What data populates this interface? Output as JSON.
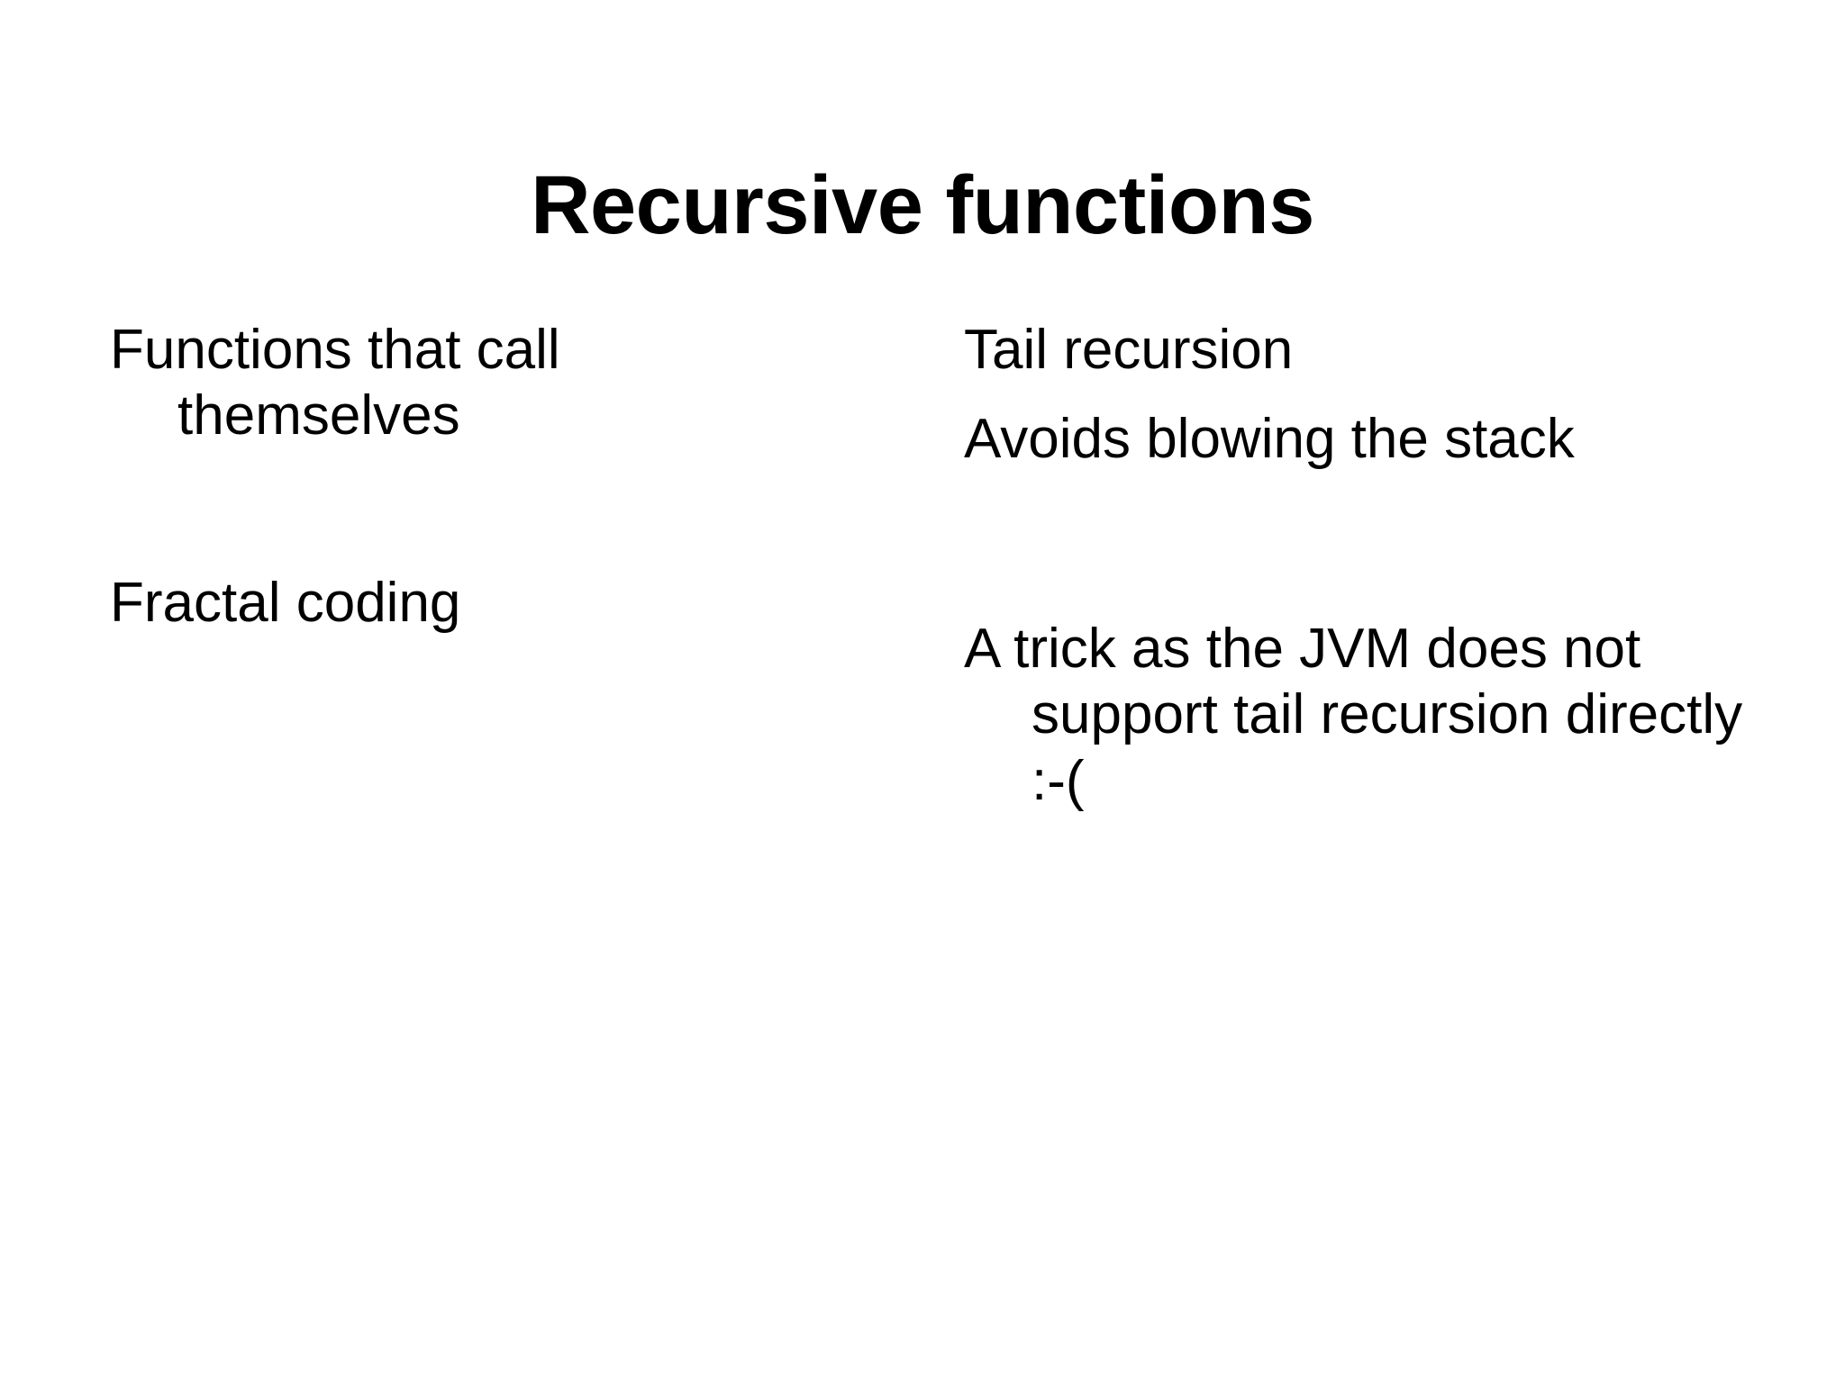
{
  "slide": {
    "title": "Recursive functions",
    "background_color": "#ffffff",
    "text_color": "#000000",
    "columns": [
      {
        "name": "left",
        "paragraphs": [
          {
            "text": "Functions that call themselves",
            "gap_before": false
          },
          {
            "text": "Fractal coding",
            "gap_before": true
          }
        ]
      },
      {
        "name": "right",
        "paragraphs": [
          {
            "text": "Tail recursion",
            "gap_before": false
          },
          {
            "text": "Avoids blowing the stack",
            "gap_before": false
          },
          {
            "text": "A trick as the JVM does not support tail recursion directly :-(",
            "gap_before": true
          }
        ]
      }
    ]
  }
}
